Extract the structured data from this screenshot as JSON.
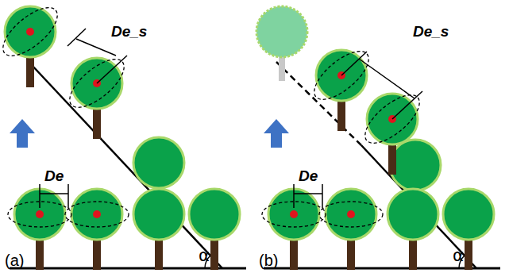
{
  "diagram": {
    "labels": [
      "De_s",
      "De",
      "(a)",
      "α",
      "De_s",
      "De",
      "(b)",
      "α"
    ]
  }
}
